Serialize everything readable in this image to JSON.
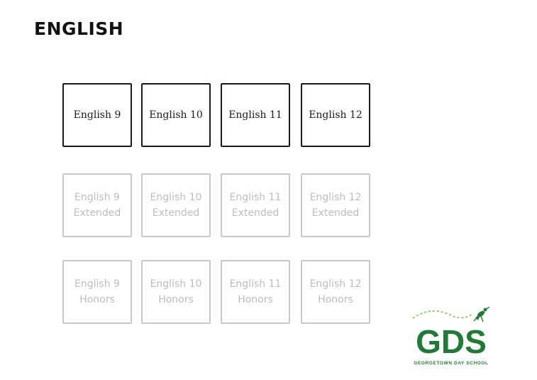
{
  "page": {
    "title": "ENGLISH"
  },
  "courses": [
    {
      "row": 1,
      "label": [
        "English 9"
      ],
      "active": true
    },
    {
      "row": 1,
      "label": [
        "English 10"
      ],
      "active": true
    },
    {
      "row": 1,
      "label": [
        "English 11"
      ],
      "active": true
    },
    {
      "row": 1,
      "label": [
        "English 12"
      ],
      "active": true
    },
    {
      "row": 2,
      "label": [
        "English 9",
        "Extended"
      ],
      "active": false
    },
    {
      "row": 2,
      "label": [
        "English 10",
        "Extended"
      ],
      "active": false
    },
    {
      "row": 2,
      "label": [
        "English 11",
        "Extended"
      ],
      "active": false
    },
    {
      "row": 2,
      "label": [
        "English 12",
        "Extended"
      ],
      "active": false
    },
    {
      "row": 3,
      "label": [
        "English 9",
        "Honors"
      ],
      "active": false
    },
    {
      "row": 3,
      "label": [
        "English 10",
        "Honors"
      ],
      "active": false
    },
    {
      "row": 3,
      "label": [
        "English 11",
        "Honors"
      ],
      "active": false
    },
    {
      "row": 3,
      "label": [
        "English 12",
        "Honors"
      ],
      "active": false
    }
  ],
  "logo": {
    "letters": "GDS",
    "tagline": "GEORGETOWN DAY SCHOOL",
    "icon": "grasshopper-icon",
    "color": "#1f7a36"
  },
  "colors": {
    "active_border": "#1a1a1a",
    "inactive_border": "#c8c8c8",
    "inactive_text": "#bdbdbd"
  }
}
